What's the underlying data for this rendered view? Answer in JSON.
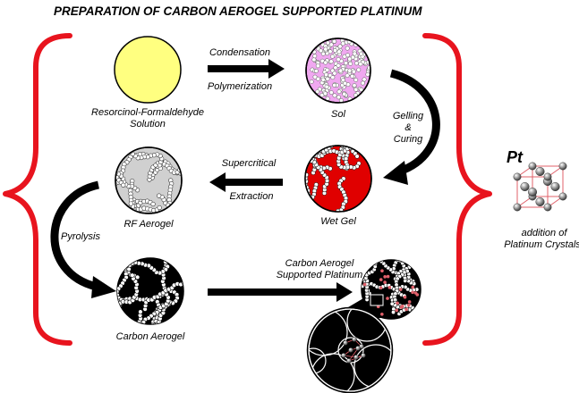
{
  "title": "PREPARATION OF CARBON AEROGEL SUPPORTED PLATINUM",
  "stages": {
    "solution": {
      "label_line1": "Resorcinol-Formaldehyde",
      "label_line2": "Solution",
      "fill": "#ffff80"
    },
    "sol": {
      "label": "Sol",
      "fill": "#f0a8f0"
    },
    "wet_gel": {
      "label": "Wet Gel",
      "fill": "#e00000"
    },
    "rf_aerogel": {
      "label": "RF Aerogel",
      "fill": "#d0d0d0"
    },
    "carbon_aerogel": {
      "label": "Carbon Aerogel",
      "fill": "#000000"
    },
    "supported": {
      "label_line1": "Carbon Aerogel",
      "label_line2": "Supported Platinum"
    }
  },
  "steps": {
    "condensation": "Condensation",
    "polymerization": "Polymerization",
    "gelling": "Gelling",
    "amp": "&",
    "curing": "Curing",
    "supercritical": "Supercritical",
    "extraction": "Extraction",
    "pyrolysis": "Pyrolysis"
  },
  "platinum": {
    "symbol": "Pt",
    "caption_line1": "addition of",
    "caption_line2": "Platinum Crystals"
  },
  "colors": {
    "brace": "#e8141e",
    "arrow": "#000000",
    "lattice": "#e0606a"
  }
}
